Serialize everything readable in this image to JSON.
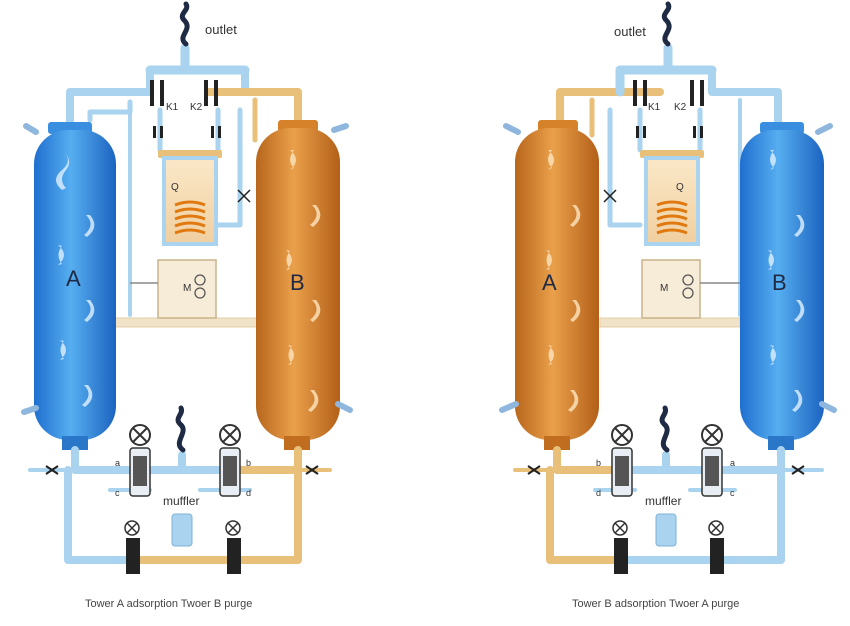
{
  "colors": {
    "blue_pipe": "#a9d3ee",
    "orange_pipe": "#e9c07a",
    "tower_blue": "#3a8ee0",
    "tower_orange": "#d6822a",
    "frame": "#f1e3c7"
  },
  "left": {
    "outlet": "outlet",
    "tower_a": "A",
    "tower_b": "B",
    "k1": "K1",
    "k2": "K2",
    "q": "Q",
    "m": "M",
    "a": "a",
    "b": "b",
    "c": "c",
    "d": "d",
    "muffler": "muffler",
    "caption": "Tower A adsorption Twoer B purge"
  },
  "right": {
    "outlet": "outlet",
    "tower_a": "A",
    "tower_b": "B",
    "k1": "K1",
    "k2": "K2",
    "q": "Q",
    "m": "M",
    "a": "a",
    "b": "b",
    "c": "c",
    "d": "d",
    "muffler": "muffler",
    "caption": "Tower B adsorption Twoer A purge"
  }
}
